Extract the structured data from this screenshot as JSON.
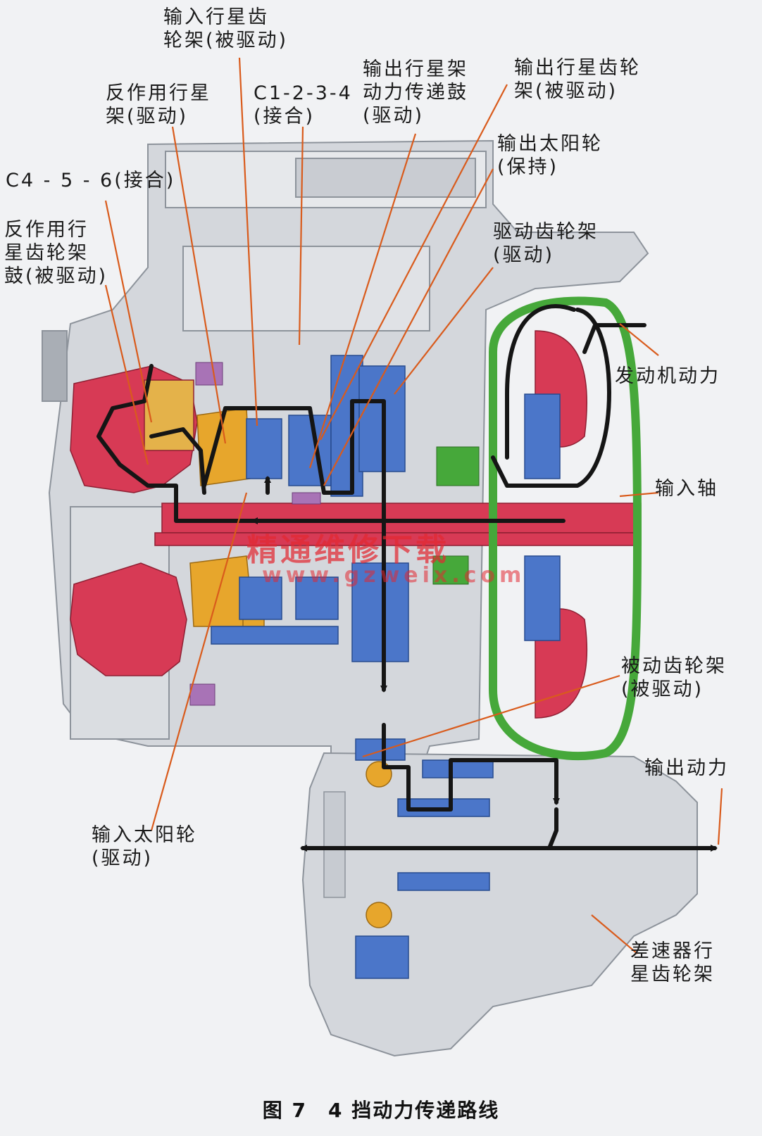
{
  "labels": {
    "input_carrier": "输入行星齿\n轮架(被驱动)",
    "reaction_carrier": "反作用行星\n架(驱动)",
    "clutch_1234": "C1-2-3-4\n(接合)",
    "output_carrier_drum": "输出行星架\n动力传递鼓\n(驱动)",
    "output_carrier": "输出行星齿轮\n架(被驱动)",
    "output_sun": "输出太阳轮\n(保持)",
    "clutch_456": "C4 - 5 - 6(接合)",
    "reaction_carrier_drum": "反作用行\n星齿轮架\n鼓(被驱动)",
    "drive_sprocket": "驱动齿轮架\n(驱动)",
    "engine_power": "发动机动力",
    "input_shaft": "输入轴",
    "driven_sprocket": "被动齿轮架\n(被驱动)",
    "output_power": "输出动力",
    "input_sun": "输入太阳轮\n(驱动)",
    "differential_carrier": "差速器行\n星齿轮架"
  },
  "watermark": {
    "line1": "精通维修下载",
    "line2": "www.gzweix.com"
  },
  "caption": "图 7　4 挡动力传递路线",
  "colors": {
    "housing": "#d4d7dc",
    "housing_edge": "#8d939b",
    "red_part": "#d73a55",
    "blue_part": "#4b76c9",
    "green_part": "#46a83a",
    "orange_part": "#e7a62c",
    "purple_part": "#a873b6",
    "power_path": "#151515",
    "leader": "#d95b1c"
  }
}
